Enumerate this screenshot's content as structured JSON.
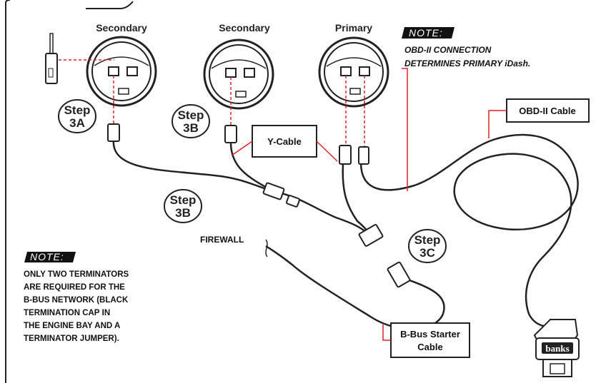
{
  "gauges": [
    {
      "label": "Secondary"
    },
    {
      "label": "Secondary"
    },
    {
      "label": "Primary"
    }
  ],
  "note_top": {
    "tag": "NOTE:",
    "lines": [
      "OBD-II CONNECTION",
      "DETERMINES PRIMARY iDash."
    ]
  },
  "note_left": {
    "tag": "NOTE:",
    "line1": "ONLY TWO TERMINATORS",
    "line2": "ARE REQUIRED FOR THE",
    "line3_a": "B-BUS NETWORK (",
    "line3_b": "BLACK",
    "line4_a": "TERMINATION CAP",
    "line4_b": " IN",
    "line5": "THE ENGINE BAY AND A",
    "line6_a": "TERMINATOR ",
    "line6_b": "JUMPER",
    "line6_c": ")."
  },
  "steps": {
    "s3a": {
      "word": "Step",
      "num": "3A"
    },
    "s3b_top": {
      "word": "Step",
      "num": "3B"
    },
    "s3b_mid": {
      "word": "Step",
      "num": "3B"
    },
    "s3c": {
      "word": "Step",
      "num": "3C"
    }
  },
  "labels": {
    "y_cable": "Y-Cable",
    "obd_cable": "OBD-II Cable",
    "bbus_line1": "B-Bus Starter",
    "bbus_line2": "Cable",
    "firewall": "FIREWALL",
    "brand": "banks"
  },
  "colors": {
    "accent_red": "#d8232a",
    "line_dark": "#222222"
  }
}
